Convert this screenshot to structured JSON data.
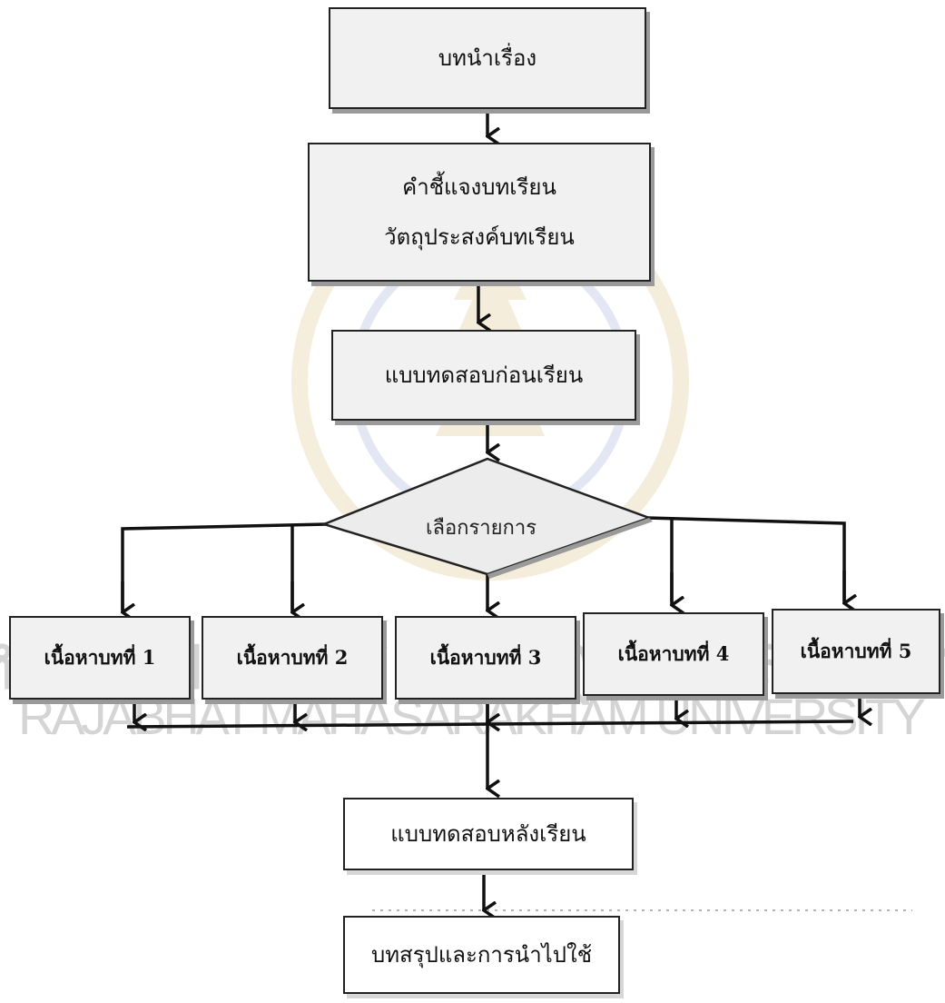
{
  "diagram": {
    "nodes": {
      "intro": "บทนำเรื่อง",
      "instructions_line1": "คำชี้แจงบทเรียน",
      "instructions_line2": "วัตถุประสงค์บทเรียน",
      "pretest": "แบบทดสอบก่อนเรียน",
      "decision": "เลือกรายการ",
      "content": [
        "เนื้อหาบทที่ 1",
        "เนื้อหาบทที่ 2",
        "เนื้อหาบทที่ 3",
        "เนื้อหาบทที่ 4",
        "เนื้อหาบทที่ 5"
      ],
      "posttest": "แบบทดสอบหลังเรียน",
      "summary": "บทสรุปและการนำไปใช้"
    },
    "colors": {
      "line": "#111111",
      "box_fill": "#f1f1f1",
      "shadow": "#9a9a9a",
      "watermark": "#cfcfcf"
    },
    "watermark": {
      "line1": "มหาวิทยาลัยราชภัฏมหาสารคาม",
      "line2": "RAJABHAT MAHASARAKHAM UNIVERSITY"
    }
  }
}
